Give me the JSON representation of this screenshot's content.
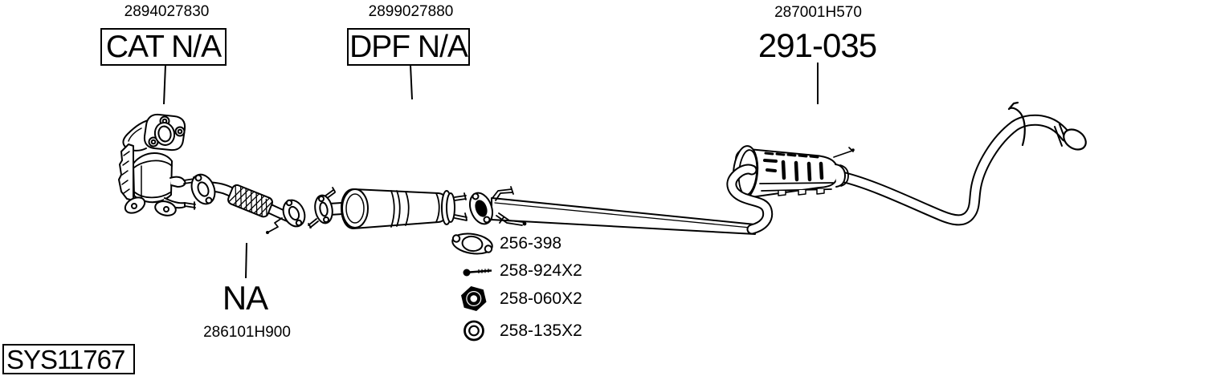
{
  "diagram": {
    "system_code": "SYS11767",
    "callouts": {
      "cat": {
        "part_number": "2894027830",
        "label": "CAT N/A"
      },
      "dpf": {
        "part_number": "2899027880",
        "label": "DPF N/A"
      },
      "rear_muffler": {
        "part_number": "287001H570",
        "label": "291-035"
      },
      "front_pipe": {
        "part_number": "286101H900",
        "label": "NA"
      }
    },
    "hardware": [
      {
        "icon": "gasket-icon",
        "label": "256-398"
      },
      {
        "icon": "bolt-icon",
        "label": "258-924X2"
      },
      {
        "icon": "nut-icon",
        "label": "258-060X2"
      },
      {
        "icon": "washer-icon",
        "label": "258-135X2"
      }
    ],
    "colors": {
      "line": "#000000",
      "background": "#ffffff"
    }
  }
}
